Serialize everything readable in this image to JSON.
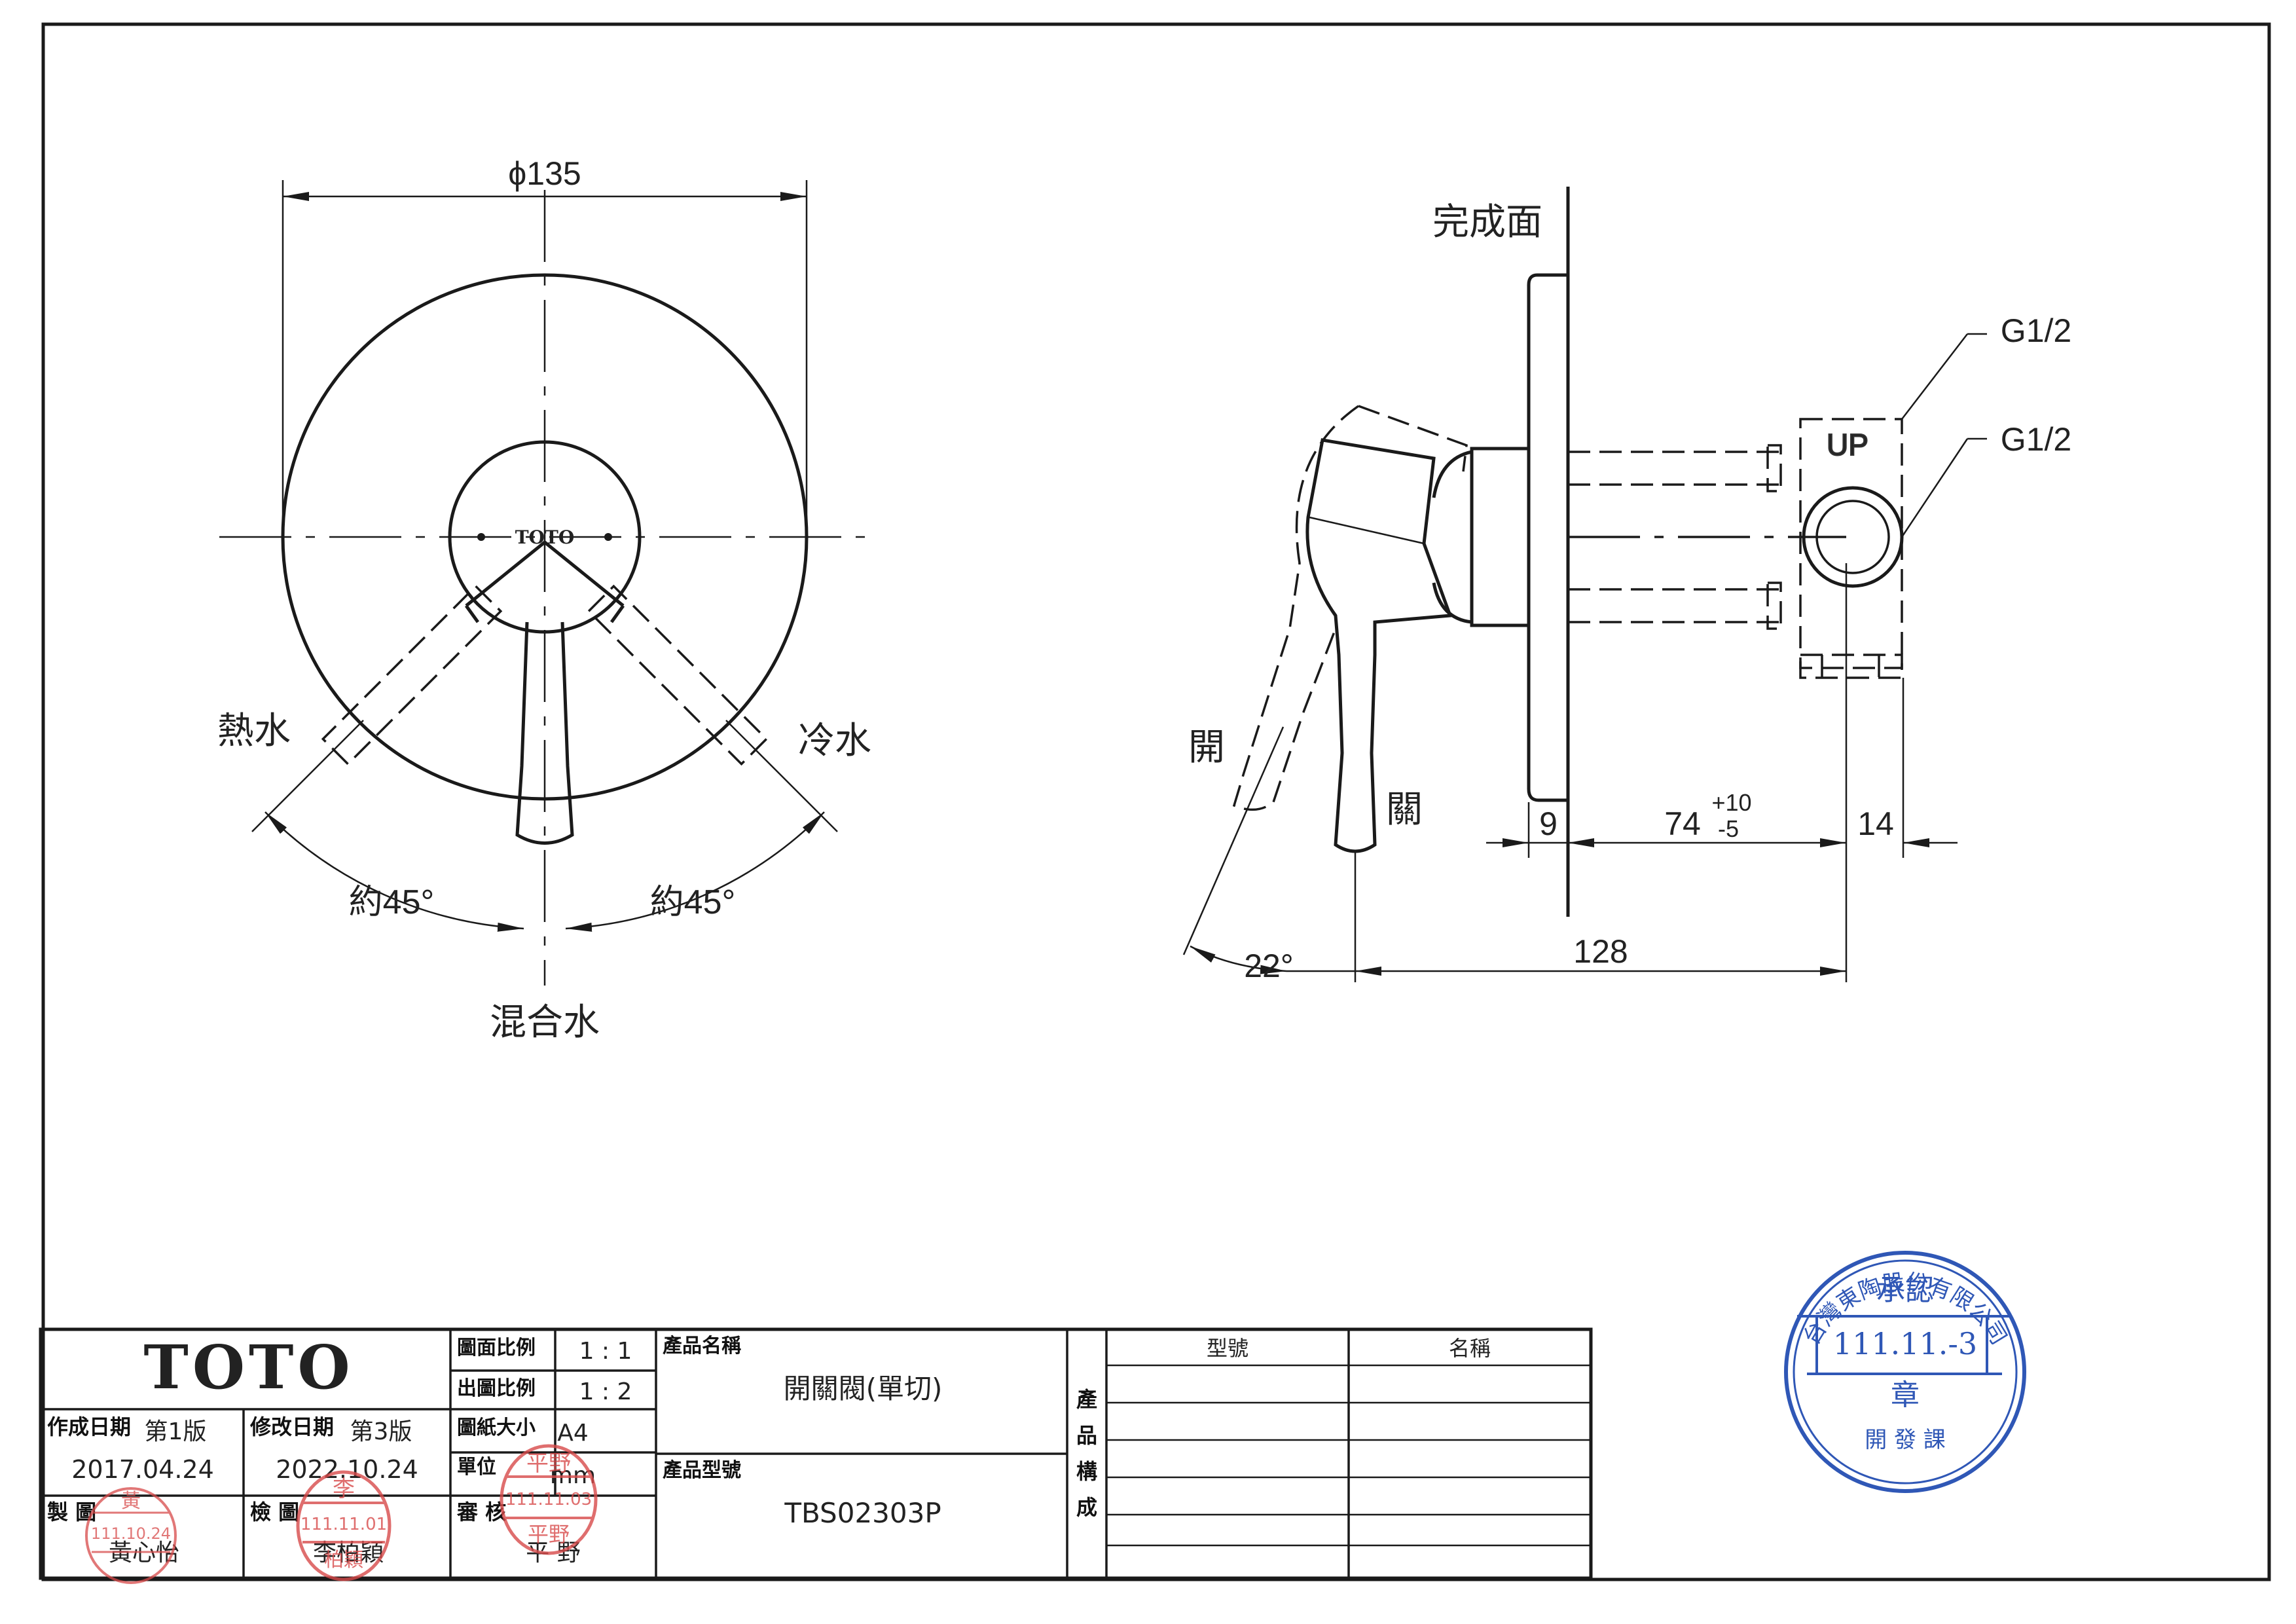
{
  "front_view": {
    "diameter_label": "ϕ135",
    "hot_label": "熱水",
    "cold_label": "冷水",
    "angle_left": "約45°",
    "angle_right": "約45°",
    "mixed_label": "混合水",
    "badge": "TOTO"
  },
  "side_view": {
    "finished_surface": "完成面",
    "pipe_top": "G1/2",
    "pipe_mid": "G1/2",
    "up_mark": "UP",
    "open_label": "開",
    "close_label": "關",
    "dim_9": "9",
    "dim_74": "74",
    "tol_plus": "+10",
    "tol_minus": "-5",
    "dim_14": "14",
    "dim_128": "128",
    "angle_22": "22°"
  },
  "title_block": {
    "brand": "TOTO",
    "created_label": "作成日期",
    "created_edition": "第1版",
    "created_date": "2017.04.24",
    "revised_label": "修改日期",
    "revised_edition": "第3版",
    "revised_date": "2022.10.24",
    "drawn_label": "製 圖",
    "drawn_name": "黃心怡",
    "checked_label": "檢 圖",
    "checked_name": "李柏穎",
    "drawing_scale_label": "圖面比例",
    "drawing_scale": "1 : 1",
    "output_scale_label": "出圖比例",
    "output_scale": "1 : 2",
    "paper_label": "圖紙大小",
    "paper": "A4",
    "unit_label": "單位",
    "unit": "mm",
    "review_label": "審 核",
    "review_name": "平 野",
    "product_name_label": "產品名稱",
    "product_name": "開關閥(單切)",
    "product_model_label": "產品型號",
    "product_model": "TBS02303P",
    "composition_chars": [
      "產",
      "品",
      "構",
      "成"
    ],
    "col_model": "型號",
    "col_name": "名稱"
  },
  "stamps": {
    "drawn_stamp_top": "黃",
    "drawn_stamp_date": "111.10.24",
    "checked_stamp_top": "李",
    "checked_stamp_date": "111.11.01",
    "checked_stamp_bottom": "柏穎",
    "review_stamp_top": "平野",
    "review_stamp_date": "111.11.03",
    "review_stamp_bottom": "平野",
    "approval_outer": "台灣東陶股份有限公司",
    "approval_top": "承認",
    "approval_date": "111.11.-3",
    "approval_mid": "章",
    "approval_bottom": "開 發 課"
  }
}
